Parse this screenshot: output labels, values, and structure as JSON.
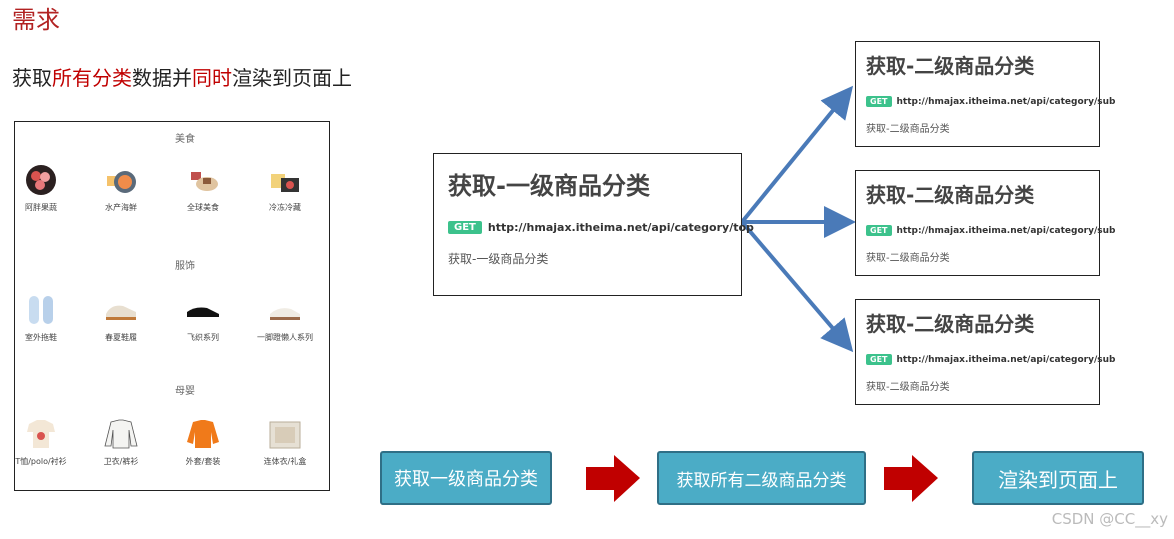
{
  "header": {
    "title": "需求",
    "subtitle_parts": [
      "获取",
      "所有分类",
      "数据并",
      "同时",
      "渲染到页面上"
    ]
  },
  "panel": {
    "categories": [
      {
        "name": "美食",
        "items": [
          "阿胖果蔬",
          "水产海鲜",
          "全球美食",
          "冷冻冷藏"
        ]
      },
      {
        "name": "服饰",
        "items": [
          "室外拖鞋",
          "春夏鞋履",
          "飞织系列",
          "一脚蹬懒人系列"
        ]
      },
      {
        "name": "母婴",
        "items": [
          "T恤/polo/衬衫",
          "卫衣/裤衫",
          "外套/套装",
          "连体衣/礼盒"
        ]
      }
    ]
  },
  "api_top": {
    "title": "获取-一级商品分类",
    "method": "GET",
    "url": "http://hmajax.itheima.net/api/category/top",
    "desc": "获取-一级商品分类"
  },
  "api_sub": [
    {
      "title": "获取-二级商品分类",
      "method": "GET",
      "url": "http://hmajax.itheima.net/api/category/sub",
      "desc": "获取-二级商品分类"
    },
    {
      "title": "获取-二级商品分类",
      "method": "GET",
      "url": "http://hmajax.itheima.net/api/category/sub",
      "desc": "获取-二级商品分类"
    },
    {
      "title": "获取-二级商品分类",
      "method": "GET",
      "url": "http://hmajax.itheima.net/api/category/sub",
      "desc": "获取-二级商品分类"
    }
  ],
  "flow": {
    "steps": [
      "获取一级商品分类",
      "获取所有二级商品分类",
      "渲染到页面上"
    ]
  },
  "colors": {
    "title_red": "#b22222",
    "highlight_red": "#c00000",
    "step_fill": "#4bacc6",
    "step_border": "#2f6f86",
    "flow_arrow": "#c00000",
    "branch_arrow": "#4a7ab8",
    "get_badge": "#3cc28c"
  },
  "watermark": "CSDN @CC__xy"
}
